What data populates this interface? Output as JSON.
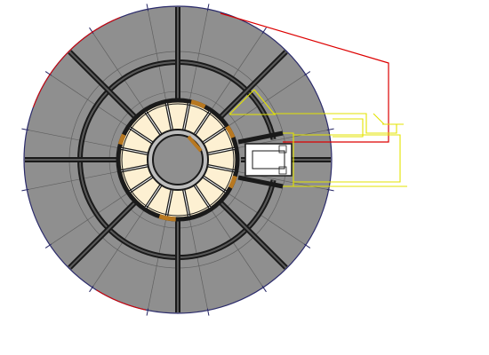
{
  "drawing": {
    "colors": {
      "background": "#ffffff",
      "disk_fill": "#8f8f8f",
      "disk_outline": "#2b2b6b",
      "thin_line": "#606060",
      "thick_wall": "#1a1a1a",
      "wall_core": "#5a5a5a",
      "core_fill": "#fdf0d2",
      "hub_fill": "#bdbdbd",
      "accent_orange": "#b87820",
      "red_line": "#dd0000",
      "yellow_line": "#e3e300"
    },
    "radial_wall_angles_deg": [
      -90,
      -45,
      0,
      45,
      90,
      135,
      180,
      225
    ],
    "thin_divider_count": 16,
    "core_cell_count": 16
  }
}
